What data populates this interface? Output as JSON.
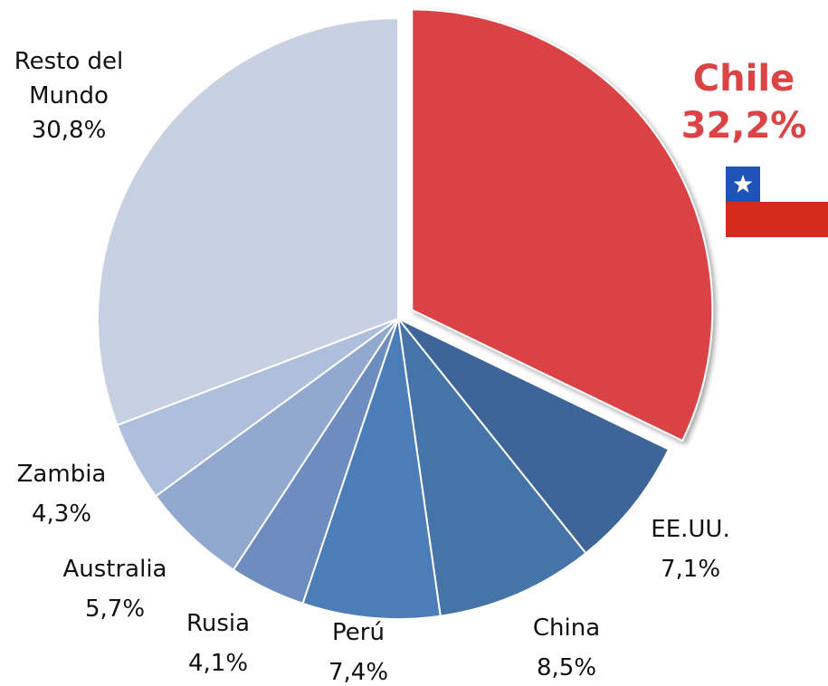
{
  "chart_data": {
    "type": "pie",
    "slices": [
      {
        "label": "Chile",
        "value_label": "32,2%",
        "value": 32.2,
        "color": "#db4345",
        "exploded": true
      },
      {
        "label": "EE.UU.",
        "value_label": "7,1%",
        "value": 7.1,
        "color": "#3e6597"
      },
      {
        "label": "China",
        "value_label": "8,5%",
        "value": 8.5,
        "color": "#4673a8"
      },
      {
        "label": "Perú",
        "value_label": "7,4%",
        "value": 7.4,
        "color": "#4b7db8"
      },
      {
        "label": "Rusia",
        "value_label": "4,1%",
        "value": 4.1,
        "color": "#6d8dc0"
      },
      {
        "label": "Australia",
        "value_label": "5,7%",
        "value": 5.7,
        "color": "#93a8cf"
      },
      {
        "label": "Zambia",
        "value_label": "4,3%",
        "value": 4.3,
        "color": "#adbfdc"
      },
      {
        "label": "Resto del Mundo",
        "value_label": "30,8%",
        "value": 30.8,
        "color": "#c8d0e4"
      }
    ],
    "highlight_color": "#db4345",
    "flag": {
      "icon": "chile-flag-icon",
      "blue": "#1f53b5",
      "red": "#d52b1e",
      "white": "#ffffff"
    }
  }
}
